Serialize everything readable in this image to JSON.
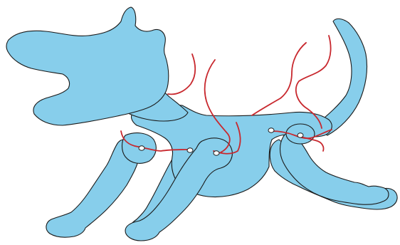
{
  "figure": {
    "subject": "dog-puppet-cutout",
    "colors": {
      "body_fill": "#87CEEB",
      "outline": "#1a1a1a",
      "string": "#C8282E",
      "pivot_fill": "#ffffff",
      "background": "#ffffff"
    },
    "parts": [
      "head",
      "neck",
      "torso",
      "tail",
      "far-front-leg",
      "near-front-leg",
      "far-hind-leg",
      "near-hind-leg",
      "near-front-leg-joint",
      "near-hind-leg-joint"
    ],
    "pivot_count": 5,
    "string_count": 8
  }
}
